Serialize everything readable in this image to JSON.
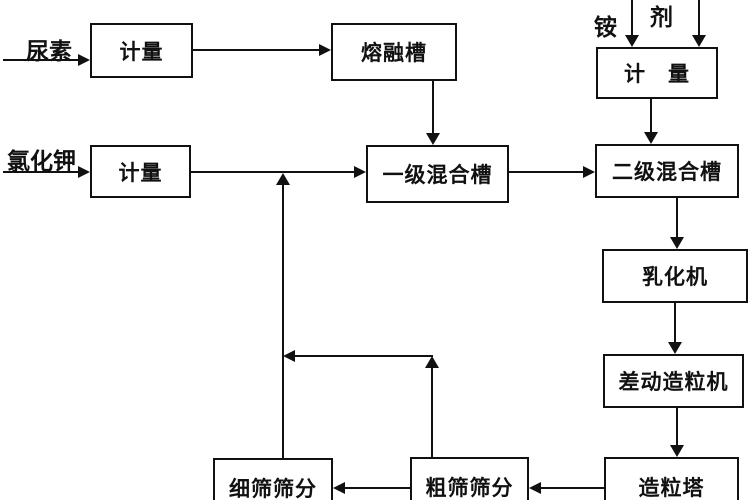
{
  "colors": {
    "ink": "#111111",
    "background": "#ffffff"
  },
  "inputs": {
    "urea": "尿素",
    "potassium_chloride": "氯化钾",
    "ammonium_suffix": "铵",
    "agent_suffix": "剂"
  },
  "nodes": {
    "meter_urea": {
      "label": "计量"
    },
    "melting_tank": {
      "label": "熔融槽"
    },
    "meter_additives": {
      "label": "计　量"
    },
    "meter_kcl": {
      "label": "计量"
    },
    "mixer_stage1": {
      "label": "一级混合槽"
    },
    "mixer_stage2": {
      "label": "二级混合槽"
    },
    "emulsifier": {
      "label": "乳化机"
    },
    "diff_granulator": {
      "label": "差动造粒机"
    },
    "granulation_tower": {
      "label": "造粒塔"
    },
    "fine_sieve": {
      "label": "细筛筛分"
    },
    "coarse_sieve": {
      "label": "粗筛筛分"
    }
  },
  "edges": [
    {
      "from": "尿素",
      "to": "计量(尿素)"
    },
    {
      "from": "计量(尿素)",
      "to": "熔融槽"
    },
    {
      "from": "熔融槽",
      "to": "一级混合槽"
    },
    {
      "from": "氯化钾",
      "to": "计量(氯化钾)"
    },
    {
      "from": "计量(氯化钾)",
      "to": "一级混合槽"
    },
    {
      "from": "铵",
      "to": "计　量"
    },
    {
      "from": "剂",
      "to": "计　量"
    },
    {
      "from": "计　量",
      "to": "二级混合槽"
    },
    {
      "from": "一级混合槽",
      "to": "二级混合槽"
    },
    {
      "from": "二级混合槽",
      "to": "乳化机"
    },
    {
      "from": "乳化机",
      "to": "差动造粒机"
    },
    {
      "from": "差动造粒机",
      "to": "造粒塔"
    },
    {
      "from": "造粒塔",
      "to": "粗筛筛分"
    },
    {
      "from": "粗筛筛分",
      "to": "细筛筛分"
    },
    {
      "from": "粗筛筛分",
      "to": "一级混合槽进料线(回流)"
    },
    {
      "from": "细筛筛分",
      "to": "一级混合槽进料线(回流)"
    }
  ]
}
